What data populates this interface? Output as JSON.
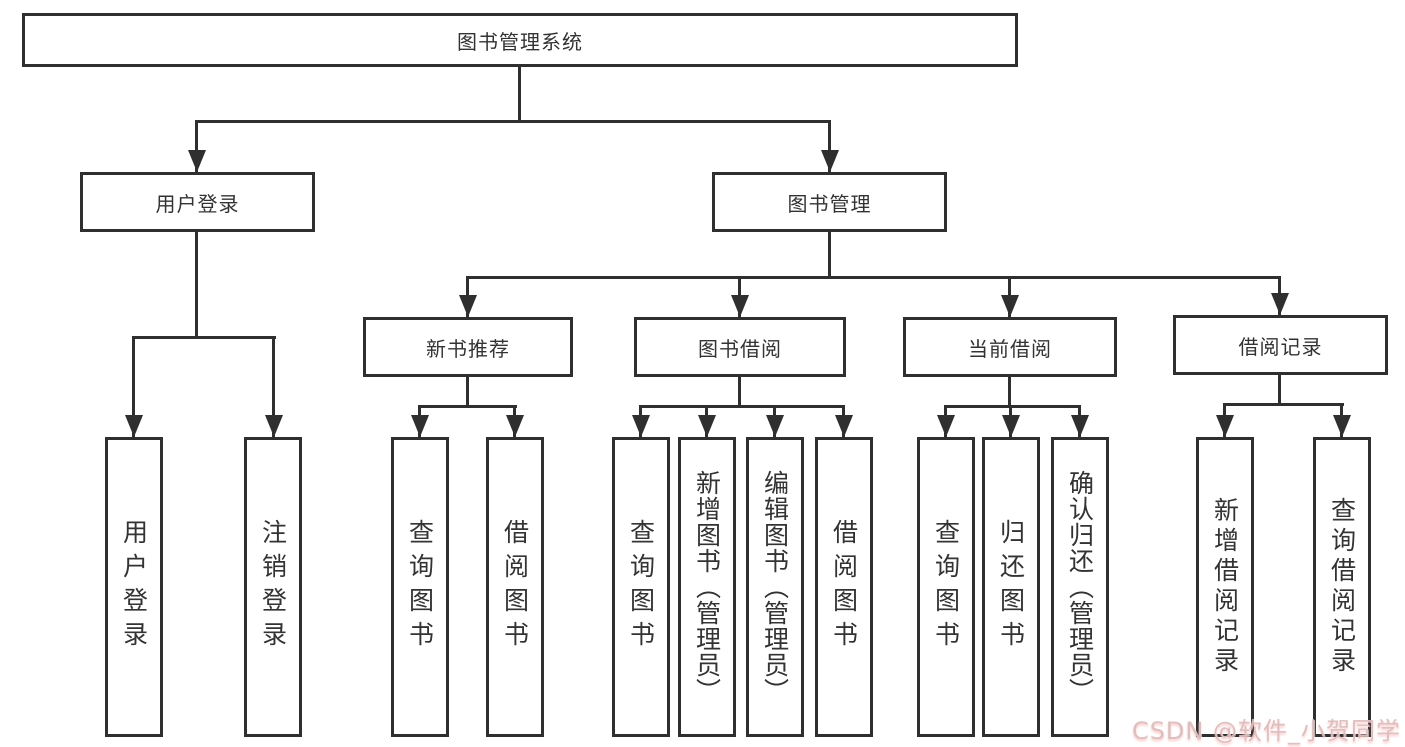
{
  "diagram_type": "tree",
  "colors": {
    "line": "#2f2f2f",
    "box_background": "#ffffff",
    "text": "#333333",
    "watermark": "#d9bebe"
  },
  "nodes": {
    "root": "图书管理系统",
    "level2": [
      "用户登录",
      "图书管理"
    ],
    "level3": [
      "新书推荐",
      "图书借阅",
      "当前借阅",
      "借阅记录"
    ],
    "login_children": [
      "用户登录",
      "注销登录"
    ],
    "newbook_children": [
      "查询图书",
      "借阅图书"
    ],
    "borrow_children": [
      "查询图书",
      "新增图书（管理员）",
      "编辑图书（管理员）",
      "借阅图书"
    ],
    "current_children": [
      "查询图书",
      "归还图书",
      "确认归还（管理员）"
    ],
    "records_children": [
      "新增借阅记录",
      "查询借阅记录"
    ]
  },
  "tree": {
    "图书管理系统": {
      "用户登录": [
        "用户登录",
        "注销登录"
      ],
      "图书管理": {
        "新书推荐": [
          "查询图书",
          "借阅图书"
        ],
        "图书借阅": [
          "查询图书",
          "新增图书（管理员）",
          "编辑图书（管理员）",
          "借阅图书"
        ],
        "当前借阅": [
          "查询图书",
          "归还图书",
          "确认归还（管理员）"
        ],
        "借阅记录": [
          "新增借阅记录",
          "查询借阅记录"
        ]
      }
    }
  },
  "watermark": "CSDN @软件_小贺同学"
}
